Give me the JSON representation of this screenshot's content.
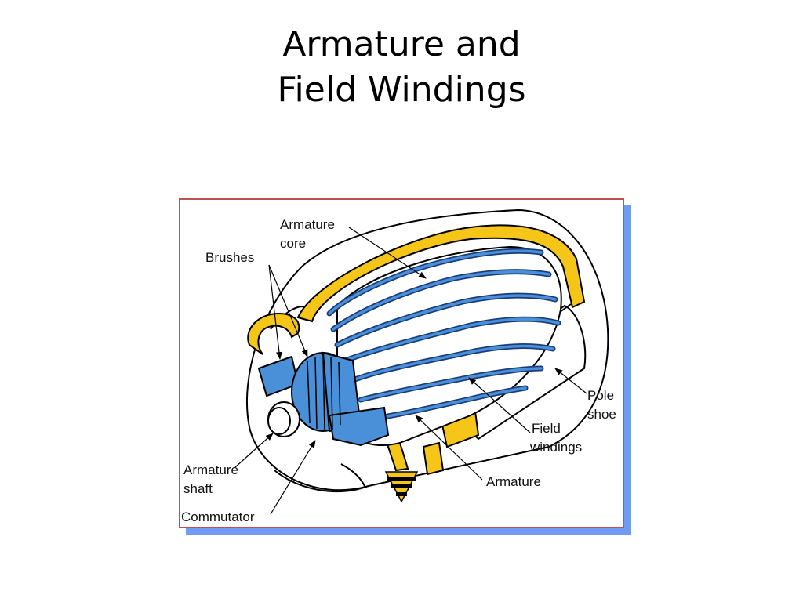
{
  "slide": {
    "title_line1": "Armature and",
    "title_line2": "Field Windings"
  },
  "diagram": {
    "labels": {
      "armature_core_1": "Armature",
      "armature_core_2": "core",
      "brushes": "Brushes",
      "pole_shoe_1": "Pole",
      "pole_shoe_2": "shoe",
      "field_windings_1": "Field",
      "field_windings_2": "windings",
      "armature": "Armature",
      "armature_shaft_1": "Armature",
      "armature_shaft_2": "shaft",
      "commutator": "Commutator"
    },
    "colors": {
      "frame_border": "#c0504d",
      "shadow": "#6f9bf2",
      "armature_blue": "#4a90d9",
      "field_yellow": "#f5c518"
    }
  }
}
